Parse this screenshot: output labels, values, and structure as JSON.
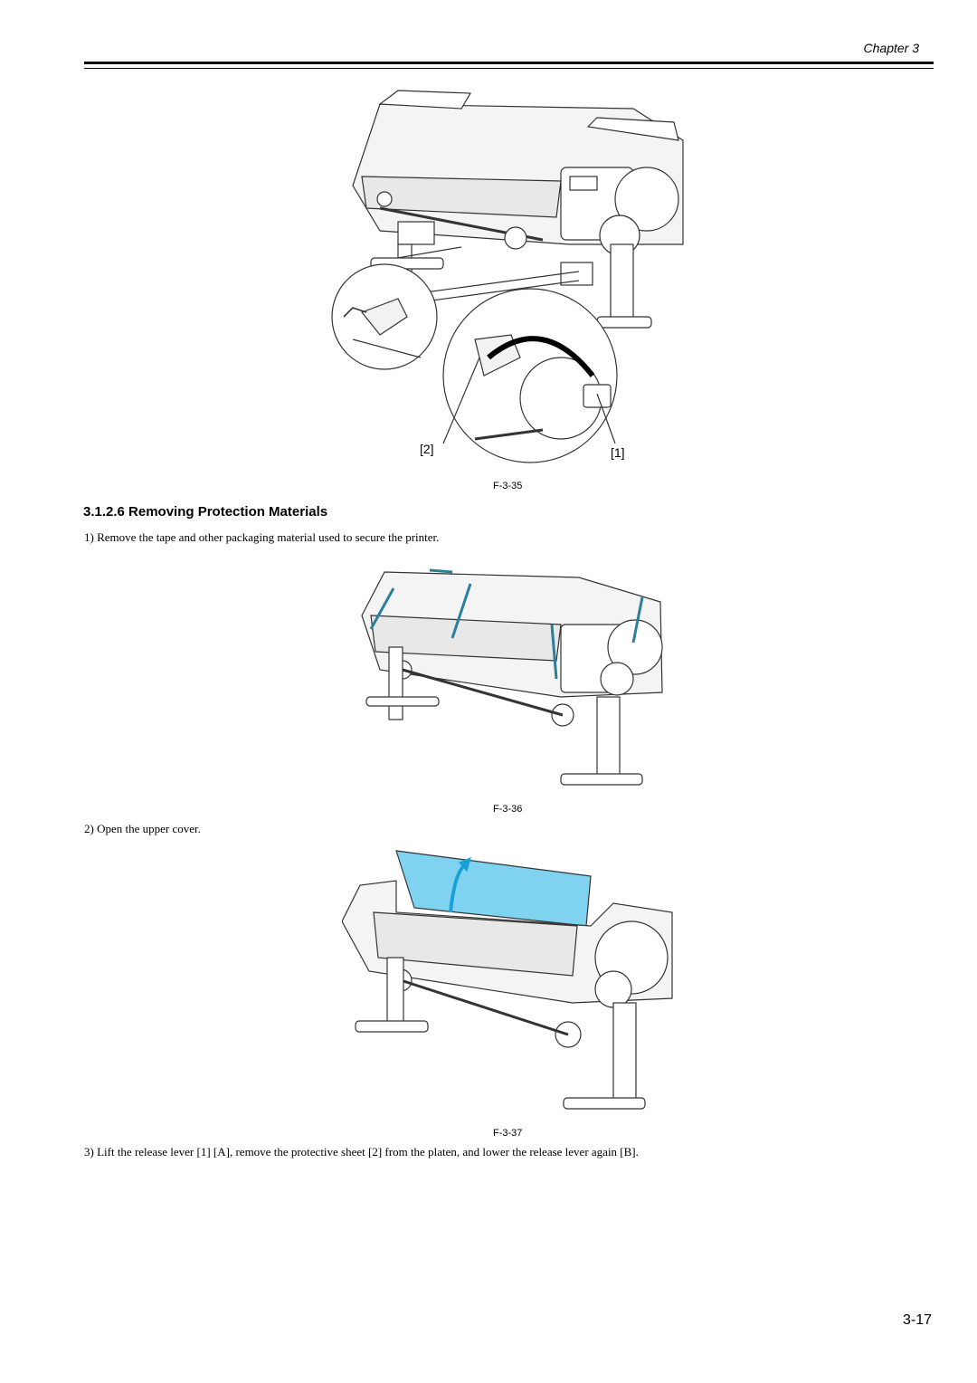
{
  "header": {
    "chapter": "Chapter 3"
  },
  "figures": [
    {
      "id": "F-3-35",
      "callouts": [
        "[2]",
        "[1]"
      ]
    },
    {
      "id": "F-3-36"
    },
    {
      "id": "F-3-37"
    }
  ],
  "section": {
    "heading": "3.1.2.6 Removing Protection Materials"
  },
  "steps": [
    "1) Remove the tape and other packaging material used to secure the printer.",
    "2) Open the upper cover.",
    "3) Lift the release lever [1] [A], remove the protective sheet [2] from the platen, and lower the release lever again [B]."
  ],
  "footer": {
    "page_number": "3-17"
  },
  "colors": {
    "highlight": "#7fd3f0",
    "tape": "#2a7f9a"
  }
}
